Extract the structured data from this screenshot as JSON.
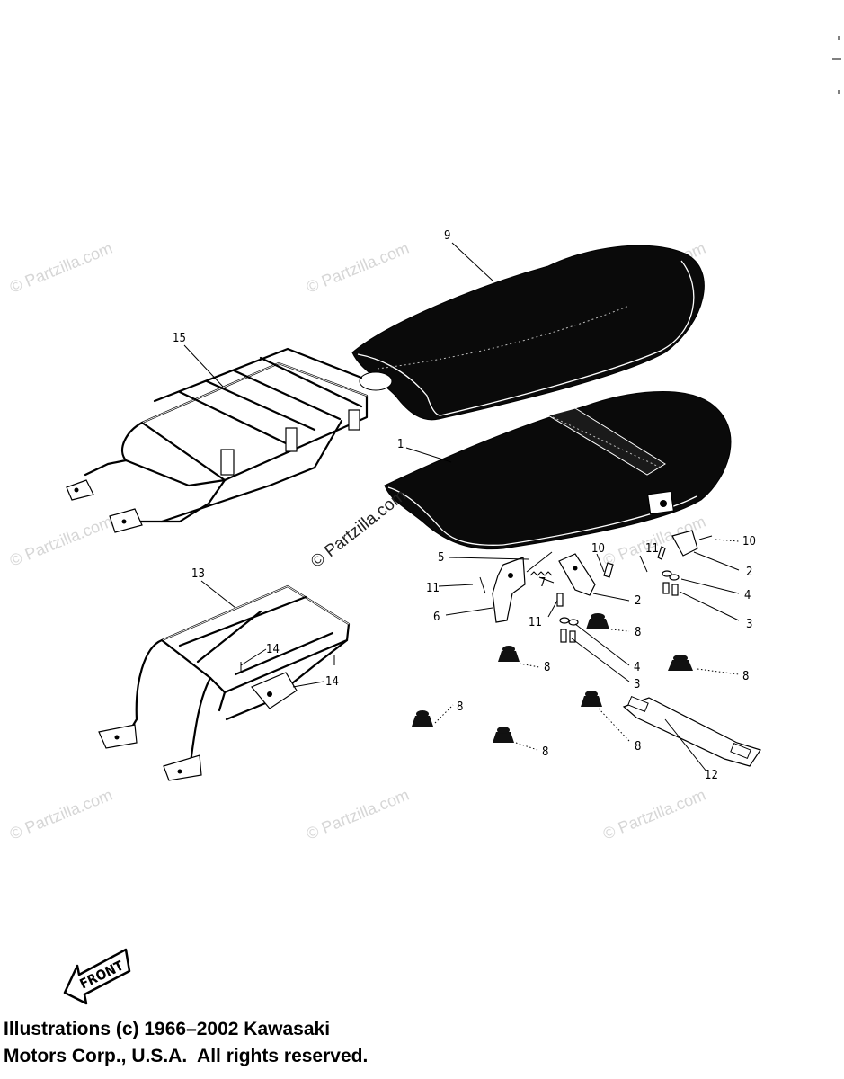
{
  "watermark": "© Partzilla.com",
  "callouts": {
    "c1": "1",
    "c2a": "2",
    "c2b": "2",
    "c3a": "3",
    "c3b": "3",
    "c4a": "4",
    "c4b": "4",
    "c5": "5",
    "c6": "6",
    "c7": "7",
    "c8a": "8",
    "c8b": "8",
    "c8c": "8",
    "c8d": "8",
    "c8e": "8",
    "c8f": "8",
    "c9": "9",
    "c10a": "10",
    "c10b": "10",
    "c11a": "11",
    "c11b": "11",
    "c11c": "11",
    "c12": "12",
    "c13": "13",
    "c14a": "14",
    "c14b": "14",
    "c15": "15"
  },
  "front_label": "FRONT",
  "copyright": {
    "line1": "Illustrations (c) 1966–2002 Kawasaki",
    "line2": "Motors Corp., U.S.A.  All rights reserved."
  }
}
